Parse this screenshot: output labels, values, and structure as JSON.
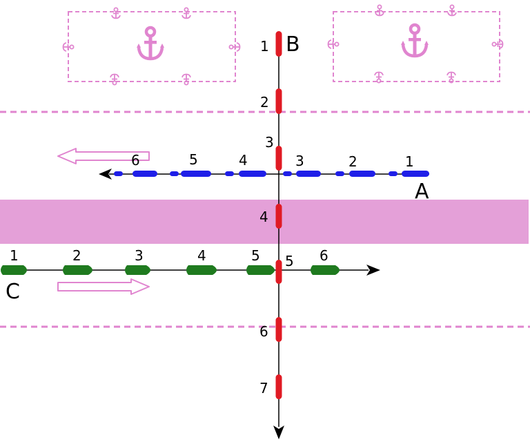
{
  "colors": {
    "zone": "#e4a0d8",
    "boundary": "#e085cf",
    "track": "#000000",
    "vessel_a": "#1f1fe8",
    "vessel_b": "#e01b24",
    "vessel_c": "#1f7a1f"
  },
  "anchorages": [
    {
      "name": "anchorage-west",
      "icon": "anchor-icon"
    },
    {
      "name": "anchorage-east",
      "icon": "anchor-icon"
    }
  ],
  "vessels": {
    "a": {
      "label": "A",
      "heading": "west",
      "positions": [
        "1",
        "2",
        "3",
        "4",
        "5",
        "6"
      ]
    },
    "b": {
      "label": "B",
      "heading": "south",
      "positions": [
        "1",
        "2",
        "3",
        "4",
        "5",
        "6",
        "7"
      ]
    },
    "c": {
      "label": "C",
      "heading": "east",
      "positions": [
        "1",
        "2",
        "3",
        "4",
        "5",
        "6"
      ]
    }
  }
}
